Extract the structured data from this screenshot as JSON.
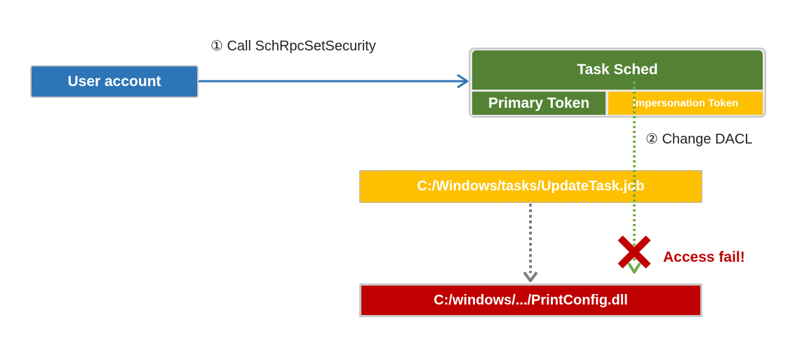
{
  "nodes": {
    "user_account": "User account",
    "task_sched": "Task Sched",
    "primary_token": "Primary Token",
    "impersonation_token": "Impersonation Token",
    "job_file": "C:/Windows/tasks/UpdateTask.job",
    "dll_file": "C:/windows/.../PrintConfig.dll"
  },
  "edges": {
    "call": "① Call SchRpcSetSecurity",
    "change_dacl": "② Change DACL"
  },
  "status": {
    "access_fail": "Access fail!"
  },
  "colors": {
    "user_blue": "#2e75b6",
    "task_green": "#548235",
    "token_yellow": "#ffc000",
    "dll_red": "#c00000",
    "dotted_green": "#70ad47",
    "dotted_gray": "#7f7f7f",
    "fail_red": "#c00000"
  }
}
